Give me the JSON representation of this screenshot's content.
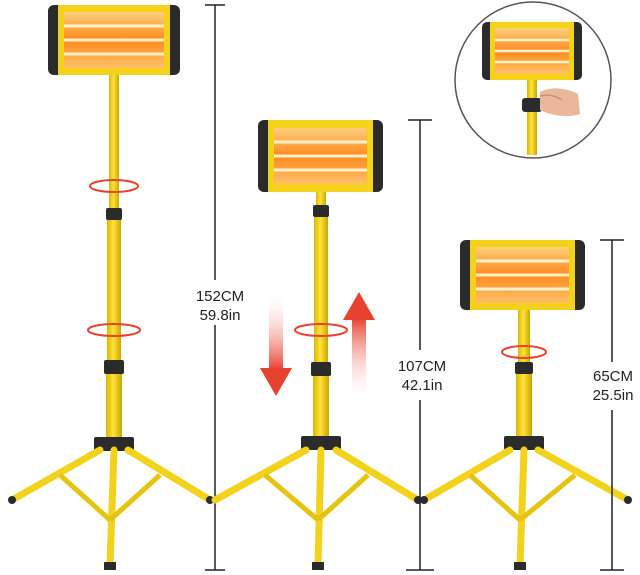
{
  "colors": {
    "pole": "#f2d21b",
    "pole_shade": "#c9a800",
    "heater_frame": "#f4d21c",
    "heater_end": "#2b2b2b",
    "heater_glow": "#ff9a2e",
    "arrow_red": "#e8412f",
    "arrow_pink": "#f6a9a0",
    "line": "#222222"
  },
  "measurements": {
    "tall": {
      "cm": "152CM",
      "inch": "59.8in"
    },
    "mid": {
      "cm": "107CM",
      "inch": "42.1in"
    },
    "short": {
      "cm": "65CM",
      "inch": "25.5in"
    }
  },
  "icons": {
    "height_lower": "arrow-down-icon",
    "height_raise": "arrow-up-icon",
    "twist_lock": "rotate-icon"
  }
}
